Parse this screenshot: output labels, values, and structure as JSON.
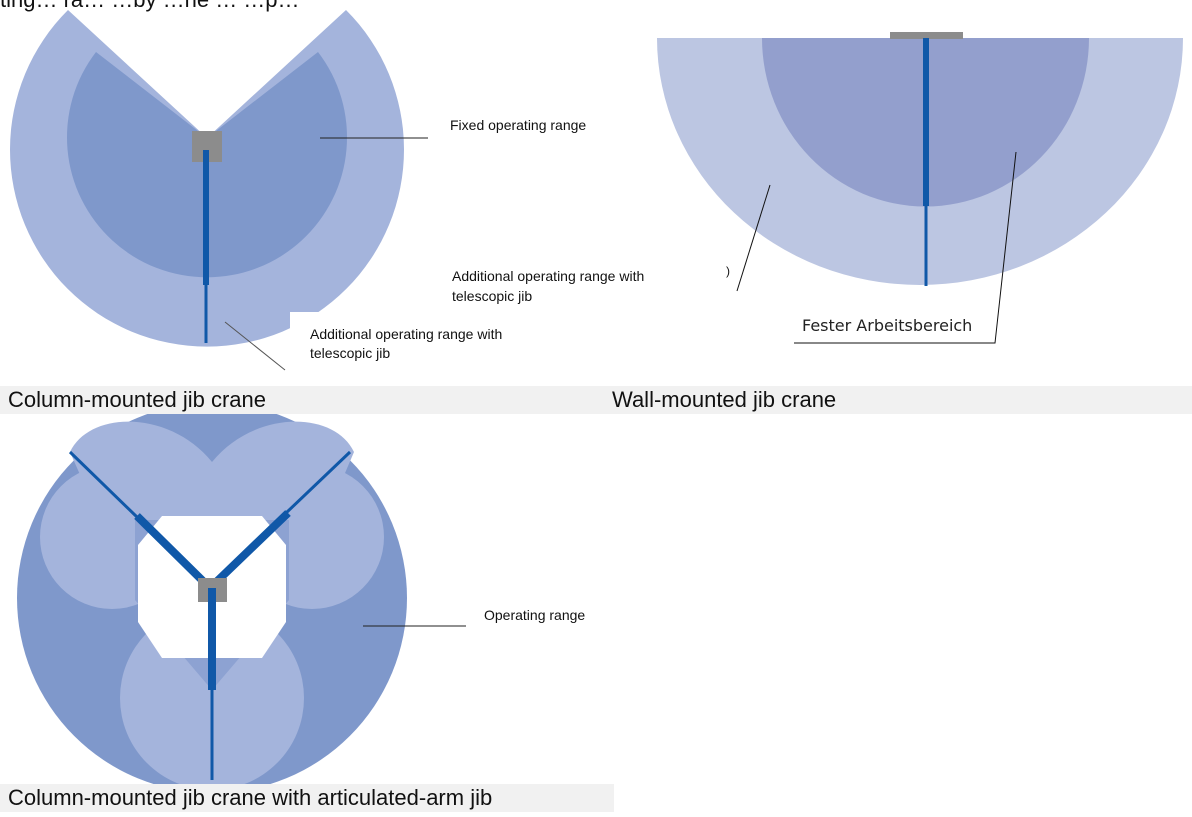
{
  "header": {
    "cut_text": "ting… ra… …by …ne … …p…"
  },
  "column_crane": {
    "label_fixed": "Fixed operating range",
    "label_additional_line1": "Additional operating range with",
    "label_additional_line2": "telescopic jib",
    "caption": "Column-mounted jib crane"
  },
  "wall_crane": {
    "label_additional_line1": "Additional operating range with",
    "label_additional_line2": "telescopic jib",
    "label_fixed_de": "Fester Arbeitsbereich",
    "stray_mark": ")",
    "caption": "Wall-mounted jib crane"
  },
  "articulated_crane": {
    "label_range": "Operating range",
    "caption": "Column-mounted jib crane with articulated-arm jib"
  },
  "colors": {
    "outer_zone": "#a4b4dc",
    "inner_zone": "#7f98cb",
    "wall_outer_zone": "#bcc6e2",
    "wall_inner_zone": "#939fcd",
    "jib": "#1058a8",
    "column": "#8c8c8c"
  }
}
